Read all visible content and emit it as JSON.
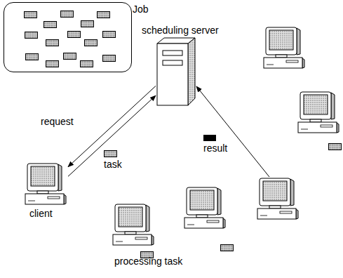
{
  "diagram": {
    "nodes": [
      {
        "text": [
          "Job"
        ]
      },
      {
        "text": [
          "scheduling server"
        ]
      },
      {
        "text": [
          "client"
        ]
      }
    ],
    "edges": [
      {
        "from": 2,
        "to": 1,
        "label": "request",
        "arrow": "to"
      },
      {
        "from": 1,
        "to": 2,
        "label": "task",
        "arrow": "to"
      }
    ],
    "labels": [
      "result",
      "processing task"
    ]
  }
}
